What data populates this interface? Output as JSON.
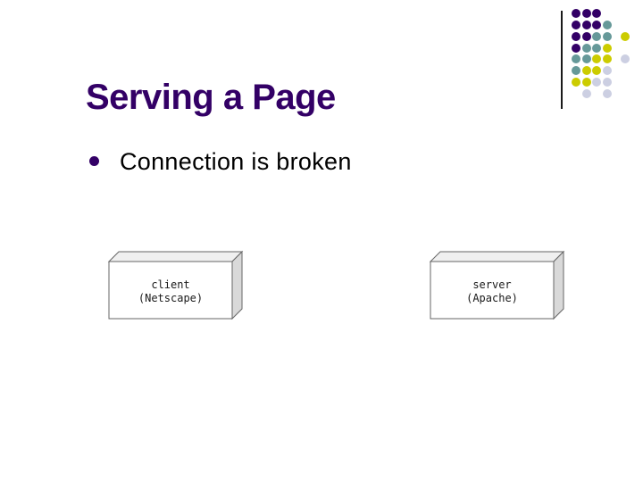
{
  "slide": {
    "title": "Serving a Page",
    "title_color": "#330066",
    "bullet_color": "#330066",
    "bullet_text": "Connection is broken"
  },
  "decoration": {
    "line_color": "#1a1a1a",
    "dot_palette": {
      "P": "#330066",
      "T": "#669999",
      "Y": "#CCCC00",
      "L": "#CCCFE2"
    },
    "dot_rows": [
      "PPP...",
      "PPPT..",
      "PPTT.Y",
      "PTTY..",
      "TTYY.L",
      "TYYL..",
      "YYLL..",
      ".L.L.."
    ]
  },
  "diagram": {
    "box_style": {
      "front_fill": "#ffffff",
      "top_fill": "#f0f0f0",
      "side_fill": "#d9d9d9",
      "edge_color": "#666666"
    },
    "boxes": [
      {
        "id": "client",
        "line1": "client",
        "line2": "(Netscape)"
      },
      {
        "id": "server",
        "line1": "server",
        "line2": "(Apache)"
      }
    ]
  }
}
